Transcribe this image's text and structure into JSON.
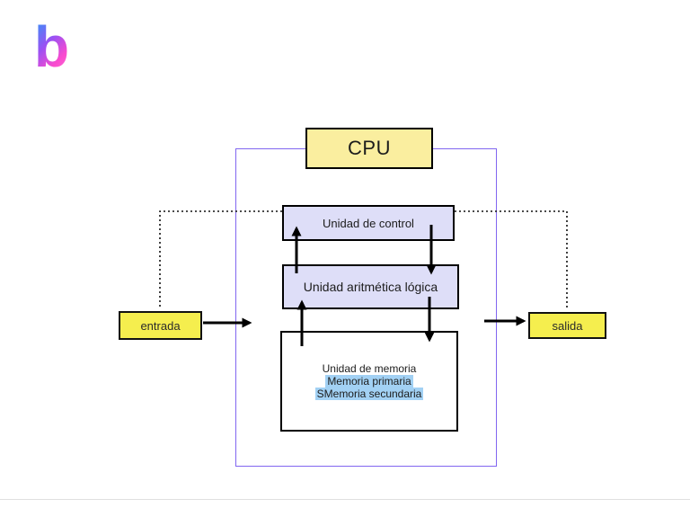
{
  "app": {
    "logo_letter": "b"
  },
  "diagram": {
    "cpu_label": "CPU",
    "control_unit_label": "Unidad de control",
    "alu_label": "Unidad aritmética lógica",
    "memory": {
      "title": "Unidad de memoria",
      "lines": [
        "Memoria primaria",
        "SMemoria secundaria"
      ]
    },
    "input_label": "entrada",
    "output_label": "salida"
  },
  "colors": {
    "accent-purple": "#8166F0",
    "box-yellow-pale": "#FAEE9F",
    "box-yellow-bright": "#F5EE4E",
    "box-lavender": "#DEDEF8",
    "highlight-blue": "#A2D1F4",
    "logo-blue": "#3E8CF7",
    "logo-purple": "#9B51F3",
    "logo-pink": "#FA4BCE",
    "logo-pink-light": "#FC6FD4"
  }
}
